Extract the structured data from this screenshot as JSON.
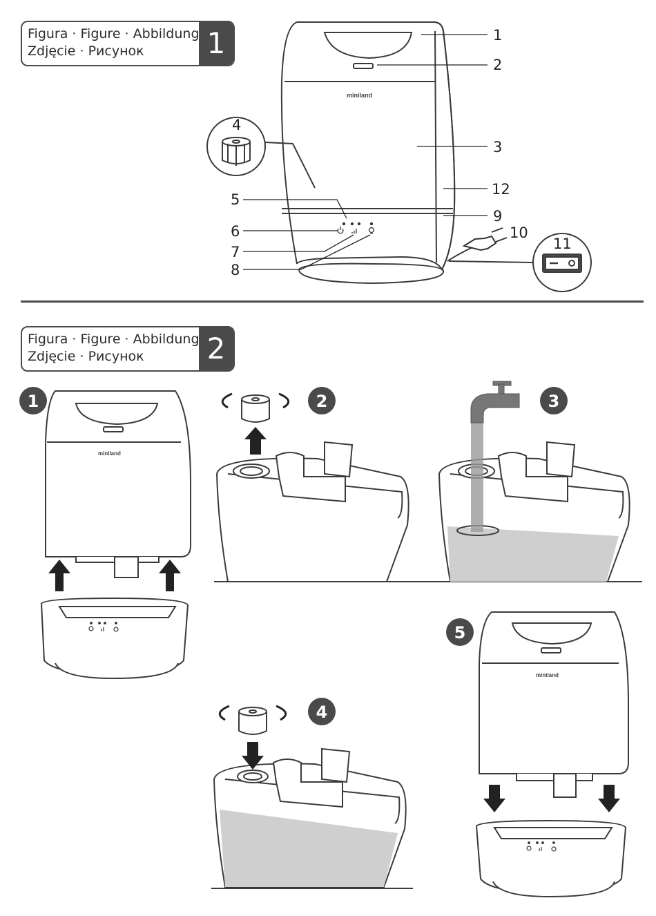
{
  "figure1": {
    "label_line1": "Figura · Figure · Abbildung",
    "label_line2": "Zdjęcie · Рисунок",
    "number": "1",
    "brand": "miniland",
    "callouts": [
      "1",
      "2",
      "3",
      "4",
      "5",
      "6",
      "7",
      "8",
      "9",
      "10",
      "11",
      "12"
    ]
  },
  "figure2": {
    "label_line1": "Figura · Figure · Abbildung",
    "label_line2": "Zdjęcie · Рисунок",
    "number": "2",
    "brand": "miniland",
    "steps": [
      "1",
      "2",
      "3",
      "4",
      "5"
    ]
  },
  "icons": [
    "power-icon",
    "mist-level-icon",
    "light-bulb-icon",
    "plug-icon",
    "switch-icon",
    "faucet-icon",
    "rotate-arrows-icon",
    "arrow-up-icon",
    "arrow-down-icon"
  ]
}
